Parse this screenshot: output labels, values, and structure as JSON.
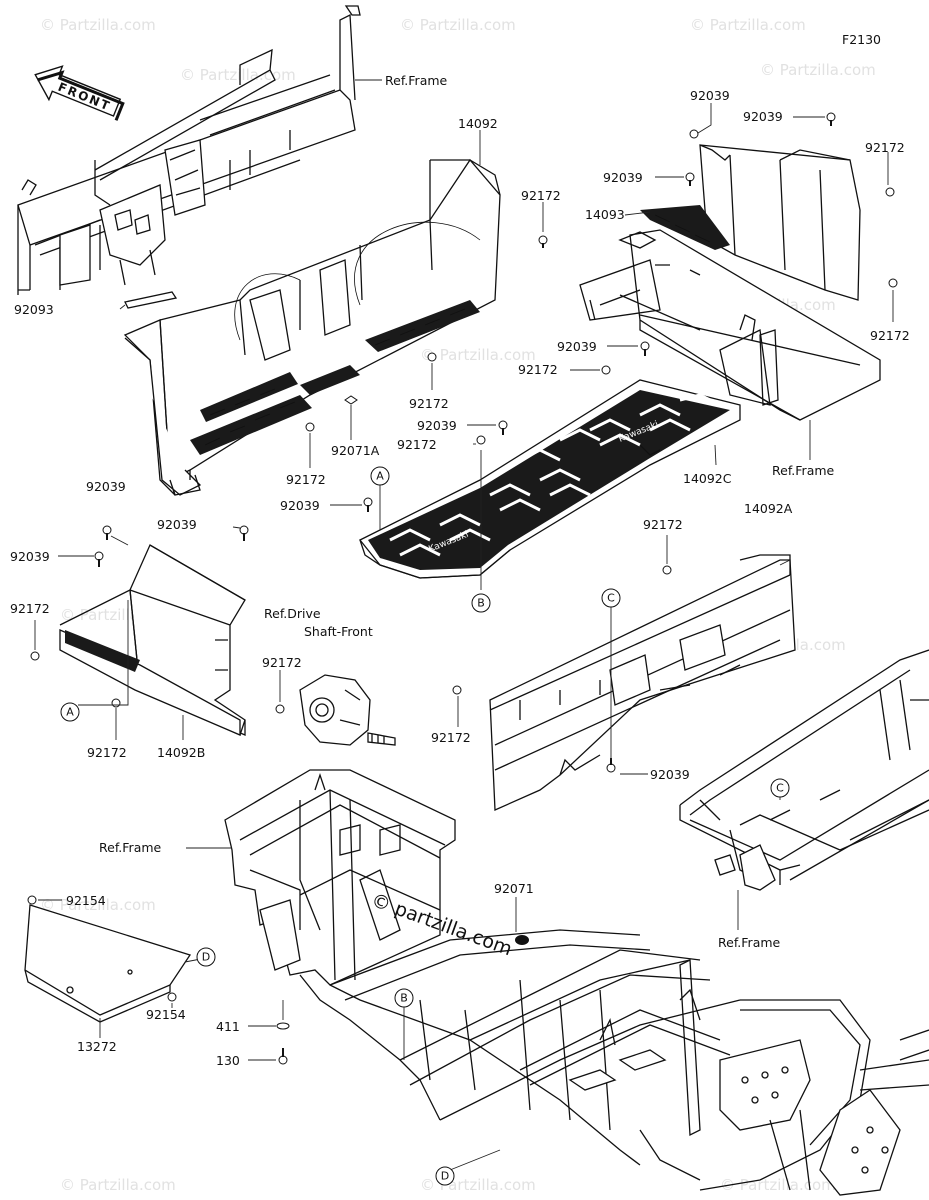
{
  "diagram": {
    "code": "F2130",
    "front_label": "FRONT",
    "center_watermark": "© partzilla.com",
    "watermark": "© Partzilla.com",
    "labels": {
      "ref_frame_top": "Ref.Frame",
      "p14092": "14092",
      "p92172_a": "92172",
      "p92093": "92093",
      "p92172_b": "92172",
      "p92071A": "92071A",
      "p92172_c": "92172",
      "p92039_top1": "92039",
      "p92039_top2": "92039",
      "p92172_top": "92172",
      "p92039_top3": "92039",
      "p14093": "14093",
      "p92172_top2": "92172",
      "p92039_mid": "92039",
      "p92172_mid": "92172",
      "p92039_mid2": "92039",
      "p92172_mid2": "92172",
      "p92039_mid3": "92039",
      "p14092C": "14092C",
      "ref_frame_right": "Ref.Frame",
      "p92039_l1": "92039",
      "p92039_l2": "92039",
      "p92039_l3": "92039",
      "p92172_l1": "92172",
      "p92172_l2": "92172",
      "p14092B": "14092B",
      "ref_drive_1": "Ref.Drive",
      "ref_drive_2": "Shaft-Front",
      "p92172_l3": "92172",
      "p92172_r1": "92172",
      "p14092A": "14092A",
      "p92172_r2": "92172",
      "p92039_r": "92039",
      "ref_frame_mid": "Ref.Frame",
      "p92154_a": "92154",
      "p92154_b": "92154",
      "p13272": "13272",
      "p92071": "92071",
      "p411": "411",
      "p130": "130",
      "ref_frame_br": "Ref.Frame"
    },
    "callouts": {
      "A1": "A",
      "A2": "A",
      "B1": "B",
      "B2": "B",
      "C1": "C",
      "C2": "C",
      "D1": "D",
      "D2": "D"
    }
  }
}
